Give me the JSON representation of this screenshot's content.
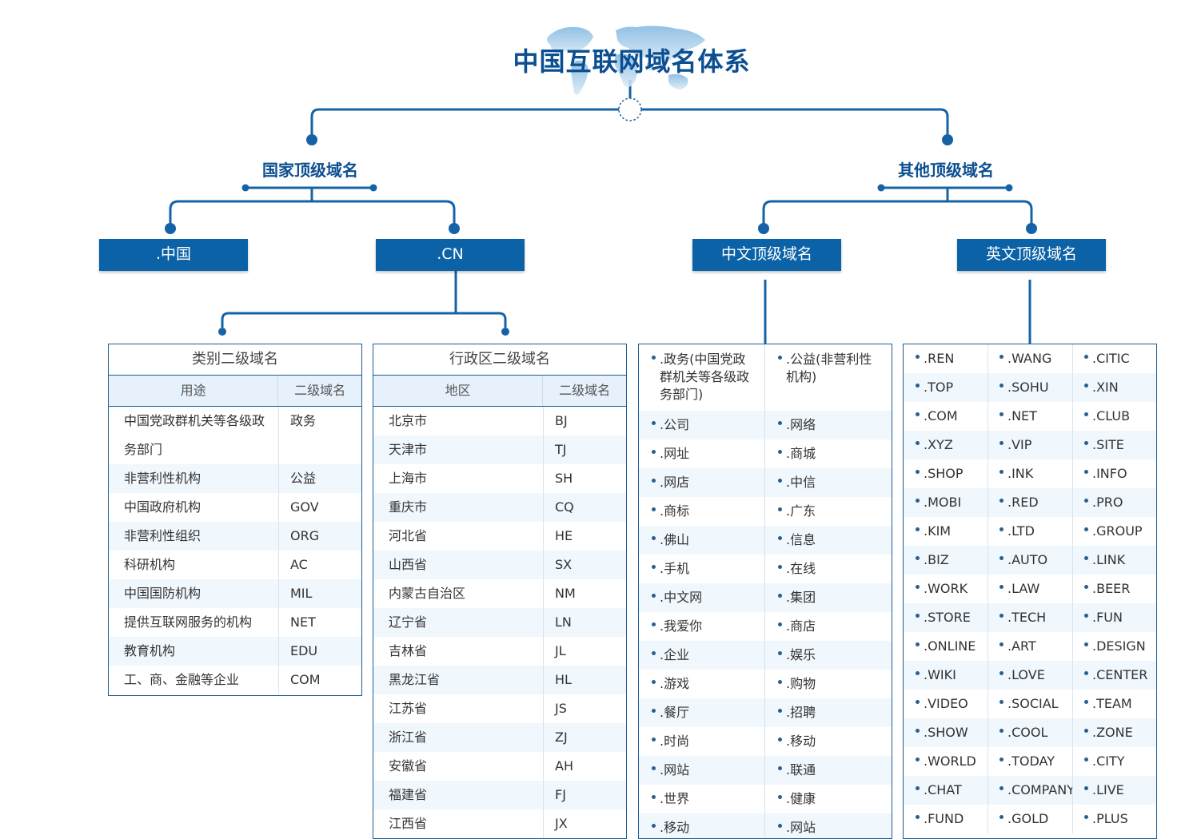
{
  "title": "中国互联网域名体系",
  "branches": {
    "national": "国家顶级域名",
    "other": "其他顶级域名"
  },
  "nodes": {
    "zhongguo": ".中国",
    "cn": ".CN",
    "chinese_tld": "中文顶级域名",
    "english_tld": "英文顶级域名"
  },
  "category_table": {
    "title": "类别二级域名",
    "headers": [
      "用途",
      "二级域名"
    ],
    "rows": [
      [
        "中国党政群机关等各级政务部门",
        "政务"
      ],
      [
        "非营利性机构",
        "公益"
      ],
      [
        "中国政府机构",
        "GOV"
      ],
      [
        "非营利性组织",
        "ORG"
      ],
      [
        "科研机构",
        "AC"
      ],
      [
        "中国国防机构",
        "MIL"
      ],
      [
        "提供互联网服务的机构",
        "NET"
      ],
      [
        "教育机构",
        "EDU"
      ],
      [
        "工、商、金融等企业",
        "COM"
      ]
    ]
  },
  "region_table": {
    "title": "行政区二级域名",
    "headers": [
      "地区",
      "二级域名"
    ],
    "rows": [
      [
        "北京市",
        "BJ"
      ],
      [
        "天津市",
        "TJ"
      ],
      [
        "上海市",
        "SH"
      ],
      [
        "重庆市",
        "CQ"
      ],
      [
        "河北省",
        "HE"
      ],
      [
        "山西省",
        "SX"
      ],
      [
        "内蒙古自治区",
        "NM"
      ],
      [
        "辽宁省",
        "LN"
      ],
      [
        "吉林省",
        "JL"
      ],
      [
        "黑龙江省",
        "HL"
      ],
      [
        "江苏省",
        "JS"
      ],
      [
        "浙江省",
        "ZJ"
      ],
      [
        "安徽省",
        "AH"
      ],
      [
        "福建省",
        "FJ"
      ],
      [
        "江西省",
        "JX"
      ]
    ]
  },
  "chinese_list": {
    "first_row": [
      ".政务(中国党政群机关等各级政务部门)",
      ".公益(非营利性机构)"
    ],
    "rows": [
      [
        ".公司",
        ".网络"
      ],
      [
        ".网址",
        ".商城"
      ],
      [
        ".网店",
        ".中信"
      ],
      [
        ".商标",
        ".广东"
      ],
      [
        ".佛山",
        ".信息"
      ],
      [
        ".手机",
        ".在线"
      ],
      [
        ".中文网",
        ".集团"
      ],
      [
        ".我爱你",
        ".商店"
      ],
      [
        ".企业",
        ".娱乐"
      ],
      [
        ".游戏",
        ".购物"
      ],
      [
        ".餐厅",
        ".招聘"
      ],
      [
        ".时尚",
        ".移动"
      ],
      [
        ".网站",
        ".联通"
      ],
      [
        ".世界",
        ".健康"
      ],
      [
        ".移动",
        ".网站"
      ]
    ]
  },
  "english_list": {
    "rows": [
      [
        ".REN",
        ".WANG",
        ".CITIC"
      ],
      [
        ".TOP",
        ".SOHU",
        ".XIN"
      ],
      [
        ".COM",
        ".NET",
        ".CLUB"
      ],
      [
        ".XYZ",
        ".VIP",
        ".SITE"
      ],
      [
        ".SHOP",
        ".INK",
        ".INFO"
      ],
      [
        ".MOBI",
        ".RED",
        ".PRO"
      ],
      [
        ".KIM",
        ".LTD",
        ".GROUP"
      ],
      [
        ".BIZ",
        ".AUTO",
        ".LINK"
      ],
      [
        ".WORK",
        ".LAW",
        ".BEER"
      ],
      [
        ".STORE",
        ".TECH",
        ".FUN"
      ],
      [
        ".ONLINE",
        ".ART",
        ".DESIGN"
      ],
      [
        ".WIKI",
        ".LOVE",
        ".CENTER"
      ],
      [
        ".VIDEO",
        ".SOCIAL",
        ".TEAM"
      ],
      [
        ".SHOW",
        ".COOL",
        ".ZONE"
      ],
      [
        ".WORLD",
        ".TODAY",
        ".CITY"
      ],
      [
        ".CHAT",
        ".COMPANY",
        ".LIVE"
      ],
      [
        ".FUND",
        ".GOLD",
        ".PLUS"
      ]
    ]
  },
  "colors": {
    "primary": "#0b62a6",
    "title": "#0b4f91",
    "line": "#1e5c94",
    "stripe": "#f0f7fd"
  }
}
